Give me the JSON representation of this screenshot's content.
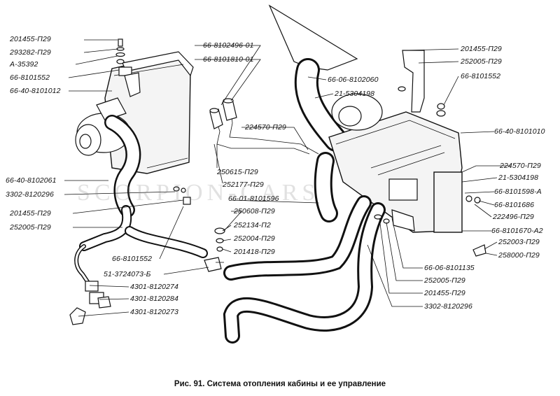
{
  "caption": "Рис. 91.  Система отопления кабины и ее управление",
  "watermark": "SCORPION-CARS",
  "labels": {
    "l1": "201455-П29",
    "l2": "293282-П29",
    "l3": "А-35392",
    "l4": "66-8101552",
    "l5": "66-40-8101012",
    "l6": "66-40-8102061",
    "l7": "3302-8120296",
    "l8": "201455-П29",
    "l9": "252005-П29",
    "l10": "66-8101552",
    "l11": "51-3724073-Б",
    "l12": "4301-8120274",
    "l13": "4301-8120284",
    "l14": "4301-8120273",
    "c1": "66-8102496-01",
    "c2": "66-8101810-01",
    "c3": "224570-П29",
    "c4": "250615-П29",
    "c5": "252177-П29",
    "c6": "66-01-8101596",
    "c7": "250608-П29",
    "c8": "252134-П2",
    "c9": "252004-П29",
    "c10": "201418-П29",
    "m1": "66-06-8102060",
    "m2": "21-5304198",
    "r1": "201455-П29",
    "r2": "252005-П29",
    "r3": "66-8101552",
    "r4": "66-40-8101010",
    "r5": "224570-П29",
    "r6": "21-5304198",
    "r7": "66-8101598-А",
    "r8": "66-8101686",
    "r9": "222496-П29",
    "r10": "66-8101670-А2",
    "r11": "252003-П29",
    "r12": "258000-П29",
    "b1": "66-06-8101135",
    "b2": "252005-П29",
    "b3": "201455-П29",
    "b4": "3302-8120296"
  }
}
